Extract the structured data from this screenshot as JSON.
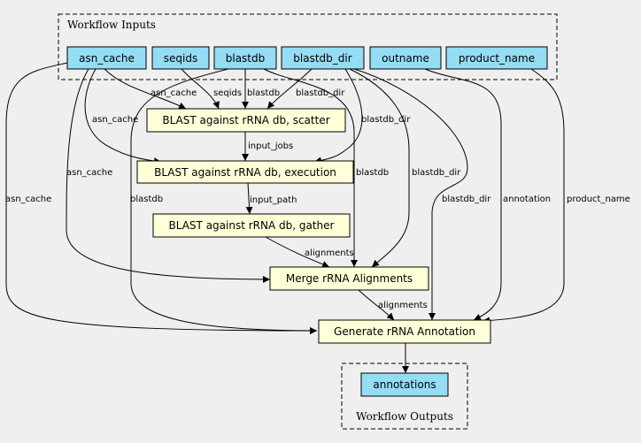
{
  "clusters": {
    "inputs": "Workflow Inputs",
    "outputs": "Workflow Outputs"
  },
  "inputs": [
    "asn_cache",
    "seqids",
    "blastdb",
    "blastdb_dir",
    "outname",
    "product_name"
  ],
  "steps": {
    "scatter": "BLAST against rRNA db, scatter",
    "execution": "BLAST against rRNA db, execution",
    "gather": "BLAST against rRNA db, gather",
    "merge": "Merge rRNA Alignments",
    "annotate": "Generate rRNA Annotation"
  },
  "outputs": [
    "annotations"
  ],
  "edge_labels": {
    "asn_cache_scatter": "asn_cache",
    "seqids_scatter": "seqids",
    "blastdb_scatter": "blastdb",
    "blastdb_dir_scatter": "blastdb_dir",
    "asn_cache_execution": "asn_cache",
    "blastdb_dir_execution": "blastdb_dir",
    "asn_cache_merge": "asn_cache",
    "asn_cache_annotate": "asn_cache",
    "blastdb_annotate": "blastdb",
    "blastdb_merge": "blastdb",
    "blastdb_dir_merge": "blastdb_dir",
    "blastdb_dir_annotate": "blastdb_dir",
    "outname_annotate": "annotation",
    "product_name_annotate": "product_name",
    "scatter_execution": "input_jobs",
    "execution_gather": "input_path",
    "gather_merge": "alignments",
    "merge_annotate": "alignments"
  }
}
